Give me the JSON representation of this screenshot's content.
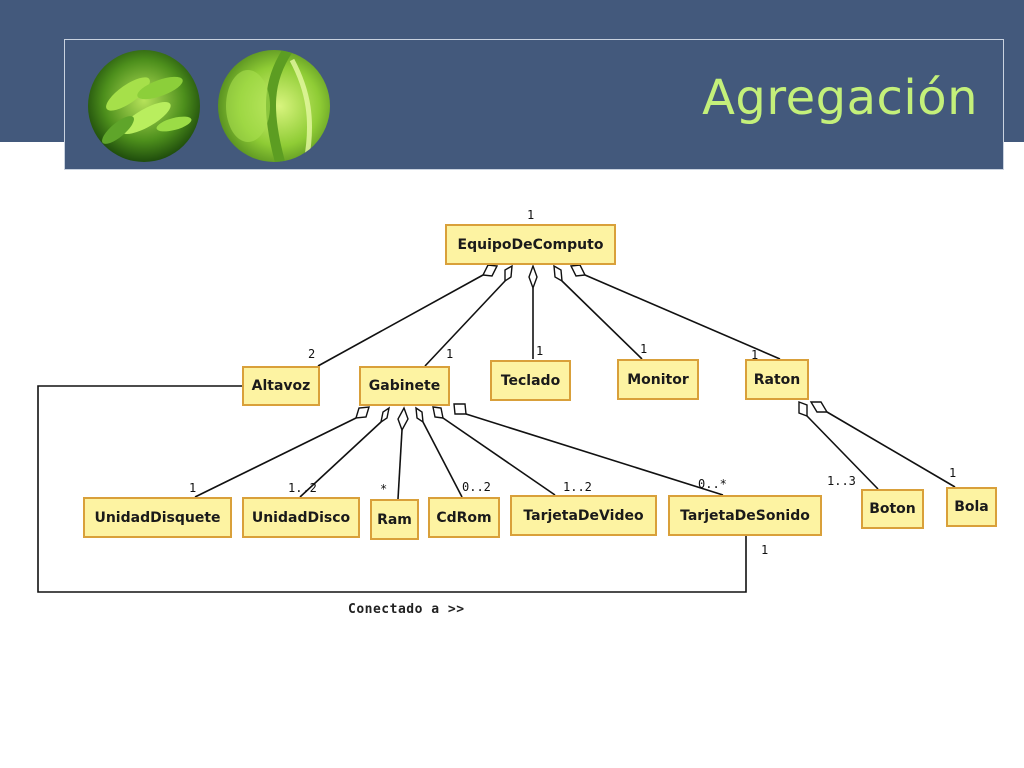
{
  "slide": {
    "title": "Agregación",
    "accent_color": "#c4f07a",
    "band_color": "#43597c"
  },
  "classes": {
    "equipo": "EquipoDeComputo",
    "altavoz": "Altavoz",
    "gabinete": "Gabinete",
    "teclado": "Teclado",
    "monitor": "Monitor",
    "raton": "Raton",
    "unidad_disquete": "UnidadDisquete",
    "unidad_disco": "UnidadDisco",
    "ram": "Ram",
    "cdrom": "CdRom",
    "tarjeta_video": "TarjetaDeVideo",
    "tarjeta_sonido": "TarjetaDeSonido",
    "boton": "Boton",
    "bola": "Bola"
  },
  "multiplicities": {
    "equipo": "1",
    "altavoz": "2",
    "gabinete": "1",
    "teclado": "1",
    "monitor": "1",
    "raton": "1",
    "unidad_disquete": "1",
    "unidad_disco": "1..2",
    "ram": "*",
    "cdrom": "0..2",
    "tarjeta_video": "1..2",
    "tarjeta_sonido": "0..*",
    "boton": "1..3",
    "bola": "1",
    "sonido_link": "1"
  },
  "association_label": "Conectado a >>",
  "icons": [
    "leaf-image",
    "leaf-image"
  ]
}
